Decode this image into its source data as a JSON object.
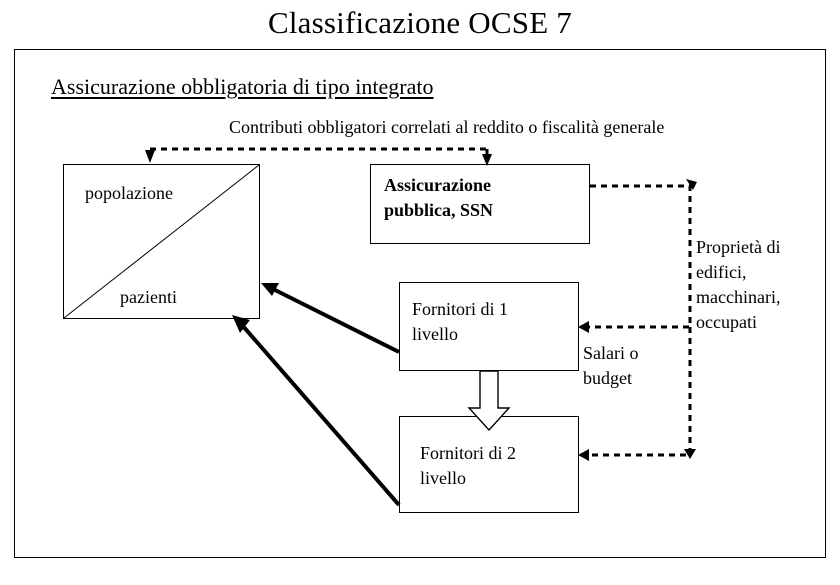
{
  "slide": {
    "title": "Classificazione OCSE 7",
    "section_heading": "Assicurazione obbligatoria di tipo integrato"
  },
  "diagram": {
    "type": "flow-diagram",
    "nodes": [
      {
        "id": "population",
        "label_top": "popolazione",
        "label_bottom": "pazienti",
        "shape": "rectangle-with-diagonal",
        "bold": false
      },
      {
        "id": "insurance",
        "label": "Assicurazione\npubblica, SSN",
        "shape": "rectangle",
        "bold": true
      },
      {
        "id": "provider1",
        "label": "Fornitori di 1\nlivello",
        "shape": "rectangle",
        "bold": false
      },
      {
        "id": "provider2",
        "label": "Fornitori di 2\nlivello",
        "shape": "rectangle",
        "bold": false
      }
    ],
    "edge_labels": {
      "contributions": "Contributi obbligatori correlati al reddito o fiscalità generale",
      "salary": "Salari o\nbudget",
      "property": "Proprietà di\nedifici,\nmacchinari,\noccupati"
    },
    "edges": [
      {
        "id": "contributions-edge",
        "from": "population",
        "to": "insurance",
        "style": "dashed",
        "label_ref": "contributions"
      },
      {
        "id": "insurance-to-provider1",
        "from": "insurance",
        "to": "provider1",
        "style": "dashed",
        "label_ref": "salary"
      },
      {
        "id": "insurance-to-provider2",
        "from": "insurance",
        "to": "provider2",
        "style": "dashed",
        "label_ref": "property"
      },
      {
        "id": "provider1-to-population",
        "from": "provider1",
        "to": "population",
        "style": "solid-thick"
      },
      {
        "id": "provider2-to-population",
        "from": "provider2",
        "to": "population",
        "style": "solid-thick"
      },
      {
        "id": "provider1-to-provider2",
        "from": "provider1",
        "to": "provider2",
        "style": "hollow-block-arrow"
      }
    ]
  },
  "colors": {
    "background": "#ffffff",
    "stroke": "#000000",
    "text": "#000000"
  }
}
